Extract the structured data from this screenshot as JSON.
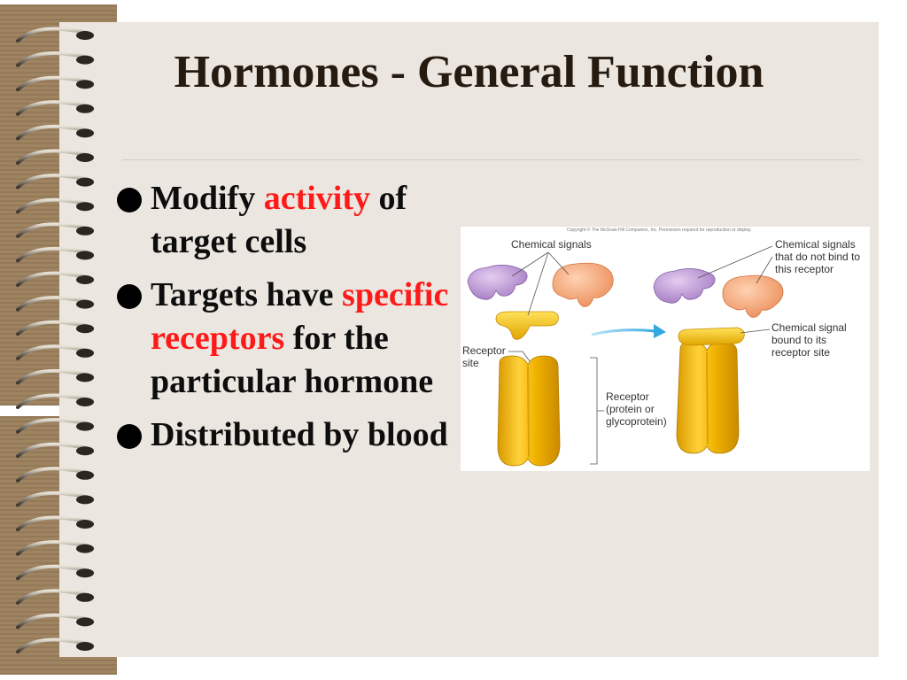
{
  "slide": {
    "title": "Hormones - General Function",
    "bullets": [
      {
        "before": "Modify ",
        "highlight": "activity",
        "after": " of target cells"
      },
      {
        "before": "Targets have ",
        "highlight": "specific receptors",
        "after": " for the particular hormone"
      },
      {
        "before": "Distributed by blood",
        "highlight": "",
        "after": ""
      }
    ]
  },
  "figure": {
    "copyright": "Copyright © The McGraw-Hill Companies, Inc. Permission required for reproduction or display.",
    "labels": {
      "chemical_signals": "Chemical signals",
      "no_bind": [
        "Chemical signals",
        "that do not bind to",
        "this receptor"
      ],
      "receptor_site": [
        "Receptor",
        "site"
      ],
      "receptor": [
        "Receptor",
        "(protein or",
        "glycoprotein)"
      ],
      "bound": [
        "Chemical signal",
        "bound to its",
        "receptor site"
      ]
    }
  },
  "colors": {
    "title": "#261b10",
    "highlight": "#ff1a1a",
    "paper": "#ebe6df",
    "spine": "#9b7f5c"
  }
}
